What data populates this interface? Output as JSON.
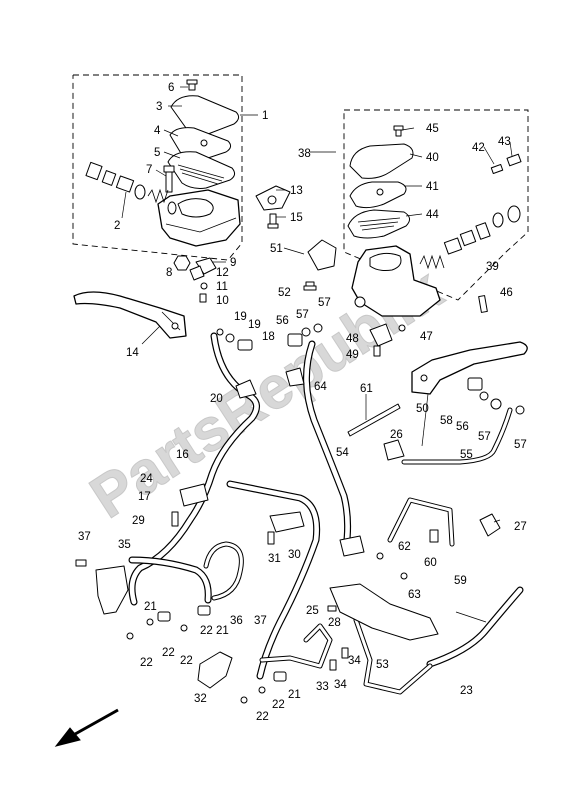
{
  "watermark": "PartsRepublik",
  "callouts": [
    {
      "id": "c6",
      "text": "6"
    },
    {
      "id": "c3",
      "text": "3"
    },
    {
      "id": "c1",
      "text": "1"
    },
    {
      "id": "c4",
      "text": "4"
    },
    {
      "id": "c5",
      "text": "5"
    },
    {
      "id": "c7",
      "text": "7"
    },
    {
      "id": "c13",
      "text": "13"
    },
    {
      "id": "c2",
      "text": "2"
    },
    {
      "id": "c15",
      "text": "15"
    },
    {
      "id": "c9",
      "text": "9"
    },
    {
      "id": "c8",
      "text": "8"
    },
    {
      "id": "c12",
      "text": "12"
    },
    {
      "id": "c11",
      "text": "11"
    },
    {
      "id": "c10",
      "text": "10"
    },
    {
      "id": "c14",
      "text": "14"
    },
    {
      "id": "c19a",
      "text": "19"
    },
    {
      "id": "c19b",
      "text": "19"
    },
    {
      "id": "c18",
      "text": "18"
    },
    {
      "id": "c20",
      "text": "20"
    },
    {
      "id": "c64",
      "text": "64"
    },
    {
      "id": "c45",
      "text": "45"
    },
    {
      "id": "c38",
      "text": "38"
    },
    {
      "id": "c40",
      "text": "40"
    },
    {
      "id": "c42",
      "text": "42"
    },
    {
      "id": "c43",
      "text": "43"
    },
    {
      "id": "c41",
      "text": "41"
    },
    {
      "id": "c44",
      "text": "44"
    },
    {
      "id": "c51",
      "text": "51"
    },
    {
      "id": "c39",
      "text": "39"
    },
    {
      "id": "c52",
      "text": "52"
    },
    {
      "id": "c57a",
      "text": "57"
    },
    {
      "id": "c46",
      "text": "46"
    },
    {
      "id": "c56a",
      "text": "56"
    },
    {
      "id": "c57b",
      "text": "57"
    },
    {
      "id": "c48",
      "text": "48"
    },
    {
      "id": "c47",
      "text": "47"
    },
    {
      "id": "c49",
      "text": "49"
    },
    {
      "id": "c61",
      "text": "61"
    },
    {
      "id": "c50",
      "text": "50"
    },
    {
      "id": "c58",
      "text": "58"
    },
    {
      "id": "c56b",
      "text": "56"
    },
    {
      "id": "c57c",
      "text": "57"
    },
    {
      "id": "c57d",
      "text": "57"
    },
    {
      "id": "c26",
      "text": "26"
    },
    {
      "id": "c16",
      "text": "16"
    },
    {
      "id": "c54",
      "text": "54"
    },
    {
      "id": "c55",
      "text": "55"
    },
    {
      "id": "c24",
      "text": "24"
    },
    {
      "id": "c17",
      "text": "17"
    },
    {
      "id": "c29",
      "text": "29"
    },
    {
      "id": "c27",
      "text": "27"
    },
    {
      "id": "c37a",
      "text": "37"
    },
    {
      "id": "c35",
      "text": "35"
    },
    {
      "id": "c31",
      "text": "31"
    },
    {
      "id": "c30",
      "text": "30"
    },
    {
      "id": "c62",
      "text": "62"
    },
    {
      "id": "c60",
      "text": "60"
    },
    {
      "id": "c59",
      "text": "59"
    },
    {
      "id": "c63",
      "text": "63"
    },
    {
      "id": "c21a",
      "text": "21"
    },
    {
      "id": "c36",
      "text": "36"
    },
    {
      "id": "c37b",
      "text": "37"
    },
    {
      "id": "c21b",
      "text": "21"
    },
    {
      "id": "c22a",
      "text": "22"
    },
    {
      "id": "c22b",
      "text": "22"
    },
    {
      "id": "c22c",
      "text": "22"
    },
    {
      "id": "c22d",
      "text": "22"
    },
    {
      "id": "c25",
      "text": "25"
    },
    {
      "id": "c28",
      "text": "28"
    },
    {
      "id": "c34a",
      "text": "34"
    },
    {
      "id": "c53",
      "text": "53"
    },
    {
      "id": "c34b",
      "text": "34"
    },
    {
      "id": "c33",
      "text": "33"
    },
    {
      "id": "c21c",
      "text": "21"
    },
    {
      "id": "c32",
      "text": "32"
    },
    {
      "id": "c22e",
      "text": "22"
    },
    {
      "id": "c22f",
      "text": "22"
    },
    {
      "id": "c23",
      "text": "23"
    }
  ]
}
